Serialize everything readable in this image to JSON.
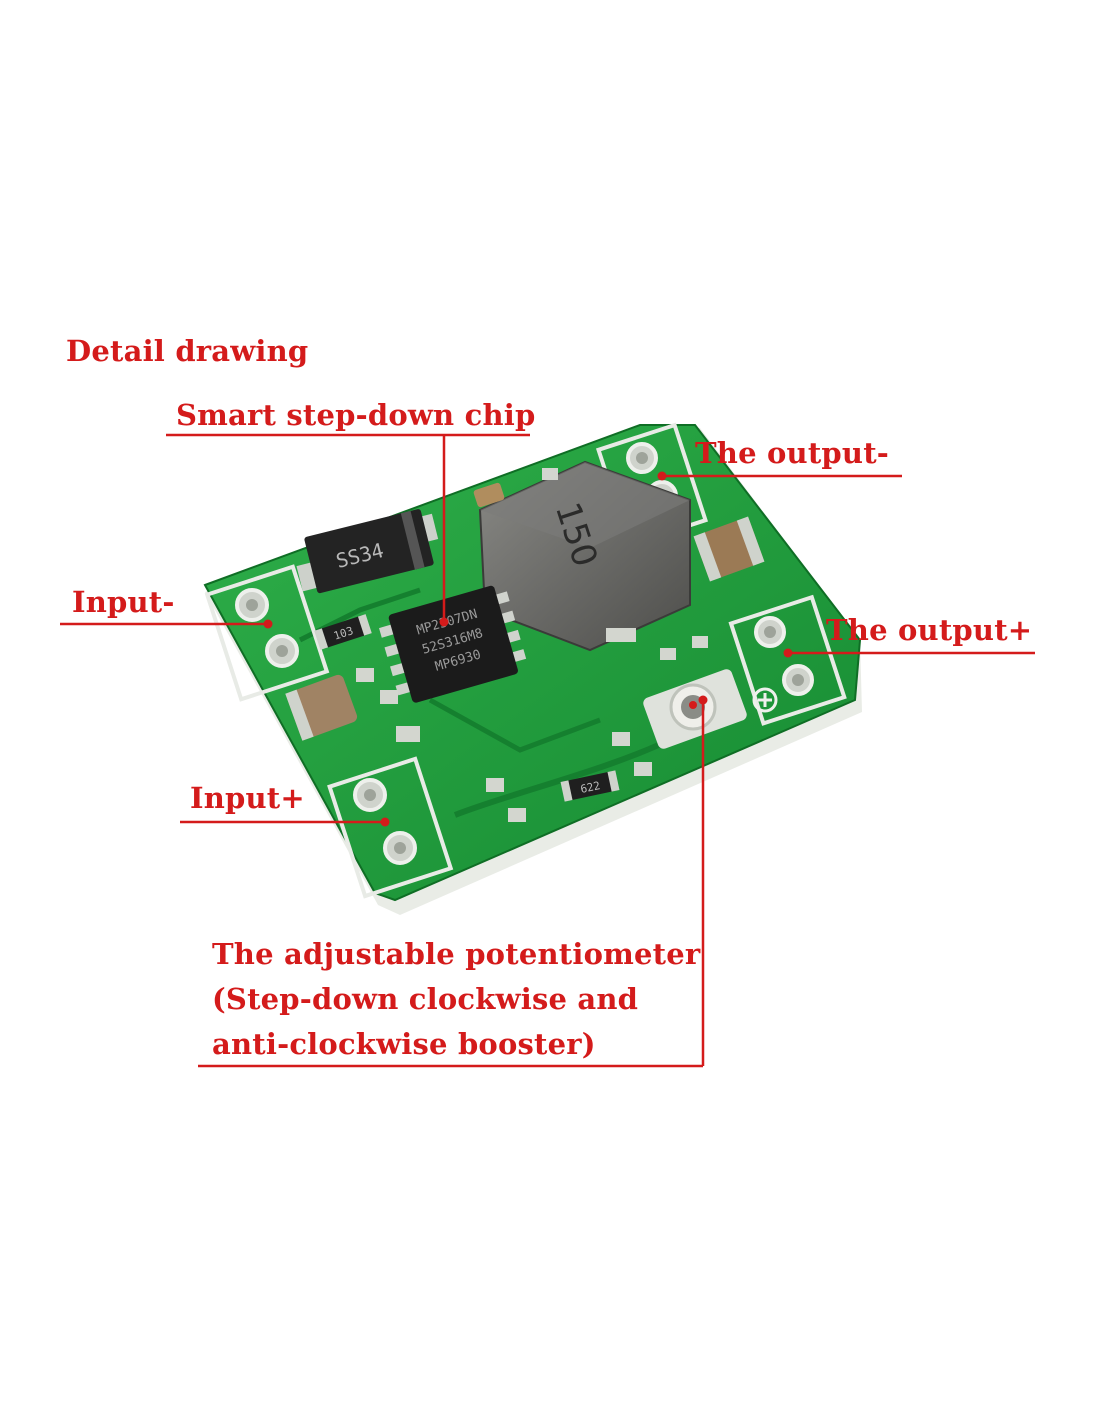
{
  "title": "Detail drawing",
  "labels": {
    "chip": "Smart step-down chip",
    "output_minus": "The output-",
    "output_plus": "The output+",
    "input_minus": "Input-",
    "input_plus": "Input+",
    "potentiometer": [
      "The adjustable potentiometer",
      "(Step-down clockwise and",
      "anti-clockwise booster)"
    ]
  },
  "component_markings": {
    "diode": "SS34",
    "inductor": "150",
    "chip_line1": "MP2307DN",
    "chip_line2": "52S316M8",
    "chip_line3": "MP6930",
    "resistor_1": "103",
    "resistor_2": "622"
  },
  "colors": {
    "label": "#d41b1b",
    "pcb": "#1f9a3a",
    "pcb_dark": "#137a2a",
    "pad": "#d9dcd6"
  }
}
